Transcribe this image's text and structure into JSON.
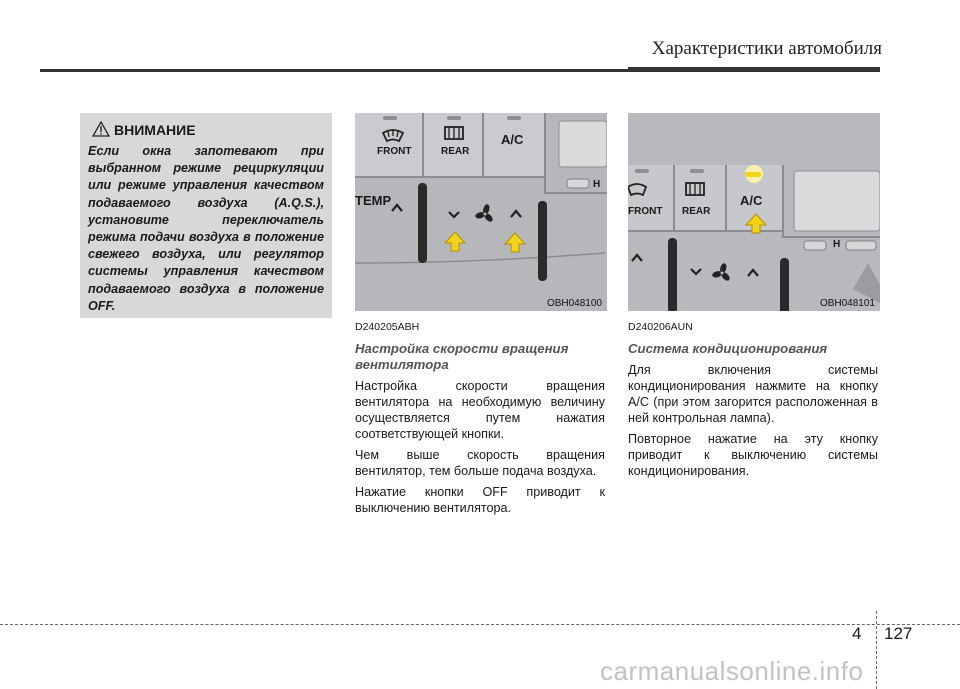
{
  "header": {
    "title": "Характеристики автомобиля"
  },
  "warning": {
    "title": "ВНИМАНИЕ",
    "text": "Если окна запотевают при выбранном режиме рециркуляции или режиме управления качеством подаваемого воздуха (A.Q.S.), установите переключатель режима подачи воздуха в положение свежего воздуха, или регулятор системы управления качеством подаваемого воздуха в положение OFF."
  },
  "figure1": {
    "code": "OBH048100",
    "labels": {
      "front": "FRONT",
      "rear": "REAR",
      "ac": "A/C",
      "temp": "TEMP",
      "h": "H"
    }
  },
  "figure2": {
    "code": "OBH048101",
    "labels": {
      "front": "FRONT",
      "rear": "REAR",
      "ac": "A/C",
      "h": "H"
    }
  },
  "section1": {
    "code": "D240205ABH",
    "heading": "Настройка скорости вращения вентилятора",
    "paragraphs": [
      "Настройка скорости вращения вентилятора на необходимую величину осуществляется путем нажатия соответствующей кнопки.",
      "Чем выше скорость вращения вентилятор, тем больше подача воздуха.",
      "Нажатие кнопки OFF приводит к выключению вентилятора."
    ]
  },
  "section2": {
    "code": "D240206AUN",
    "heading": "Система кондиционирования",
    "paragraphs": [
      "Для включения системы кондиционирования нажмите на кнопку A/C (при этом загорится расположенная в ней контрольная лампа).",
      "Повторное нажатие на эту кнопку приводит к выключению системы кондиционирования."
    ]
  },
  "footer": {
    "section": "4",
    "page": "127",
    "watermark": "carmanualsonline.info"
  }
}
